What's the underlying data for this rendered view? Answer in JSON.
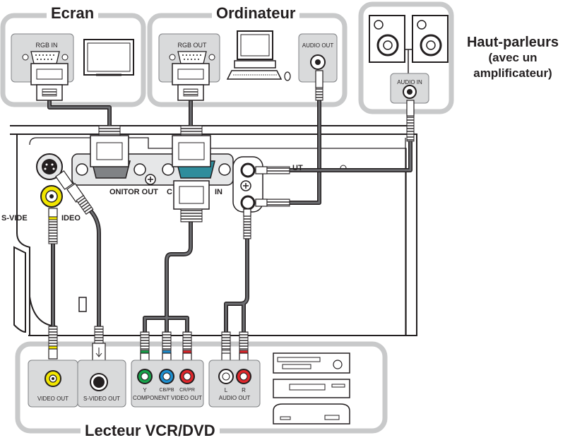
{
  "groups": {
    "screen": {
      "title": "Ecran",
      "port_rgb_in": "RGB IN"
    },
    "computer": {
      "title": "Ordinateur",
      "port_rgb_out": "RGB OUT",
      "port_audio_out": "AUDIO OUT"
    },
    "speakers": {
      "title_line1": "Haut-parleurs",
      "title_line2": "(avec un",
      "title_line3": "amplificateur)",
      "port_audio_in": "AUDIO IN"
    },
    "player": {
      "title": "Lecteur VCR/DVD",
      "port_video_out": "VIDEO OUT",
      "port_svideo_out": "S-VIDEO OUT",
      "component_y": "Y",
      "component_cb": "CB/PB",
      "component_cr": "CR/PR",
      "component_caption": "COMPONENT VIDEO OUT",
      "audio_l": "L",
      "audio_r": "R",
      "audio_caption": "AUDIO OUT"
    }
  },
  "projector": {
    "monitor_out_fragment": "ONITOR OUT",
    "computer_in_fragment_a": "C",
    "computer_in_fragment_b": "IN",
    "svideo_fragment": "S-VIDE",
    "video_fragment": "IDEO",
    "audio_fragment": "UT"
  },
  "colors": {
    "frame": "#c8c9ca",
    "line": "#231f20",
    "cable": "#6d6e71",
    "yellow": "#f2e600",
    "green": "#17a34a",
    "blue": "#1c8fd0",
    "red": "#e0262b",
    "teal": "#2f8d9c"
  }
}
